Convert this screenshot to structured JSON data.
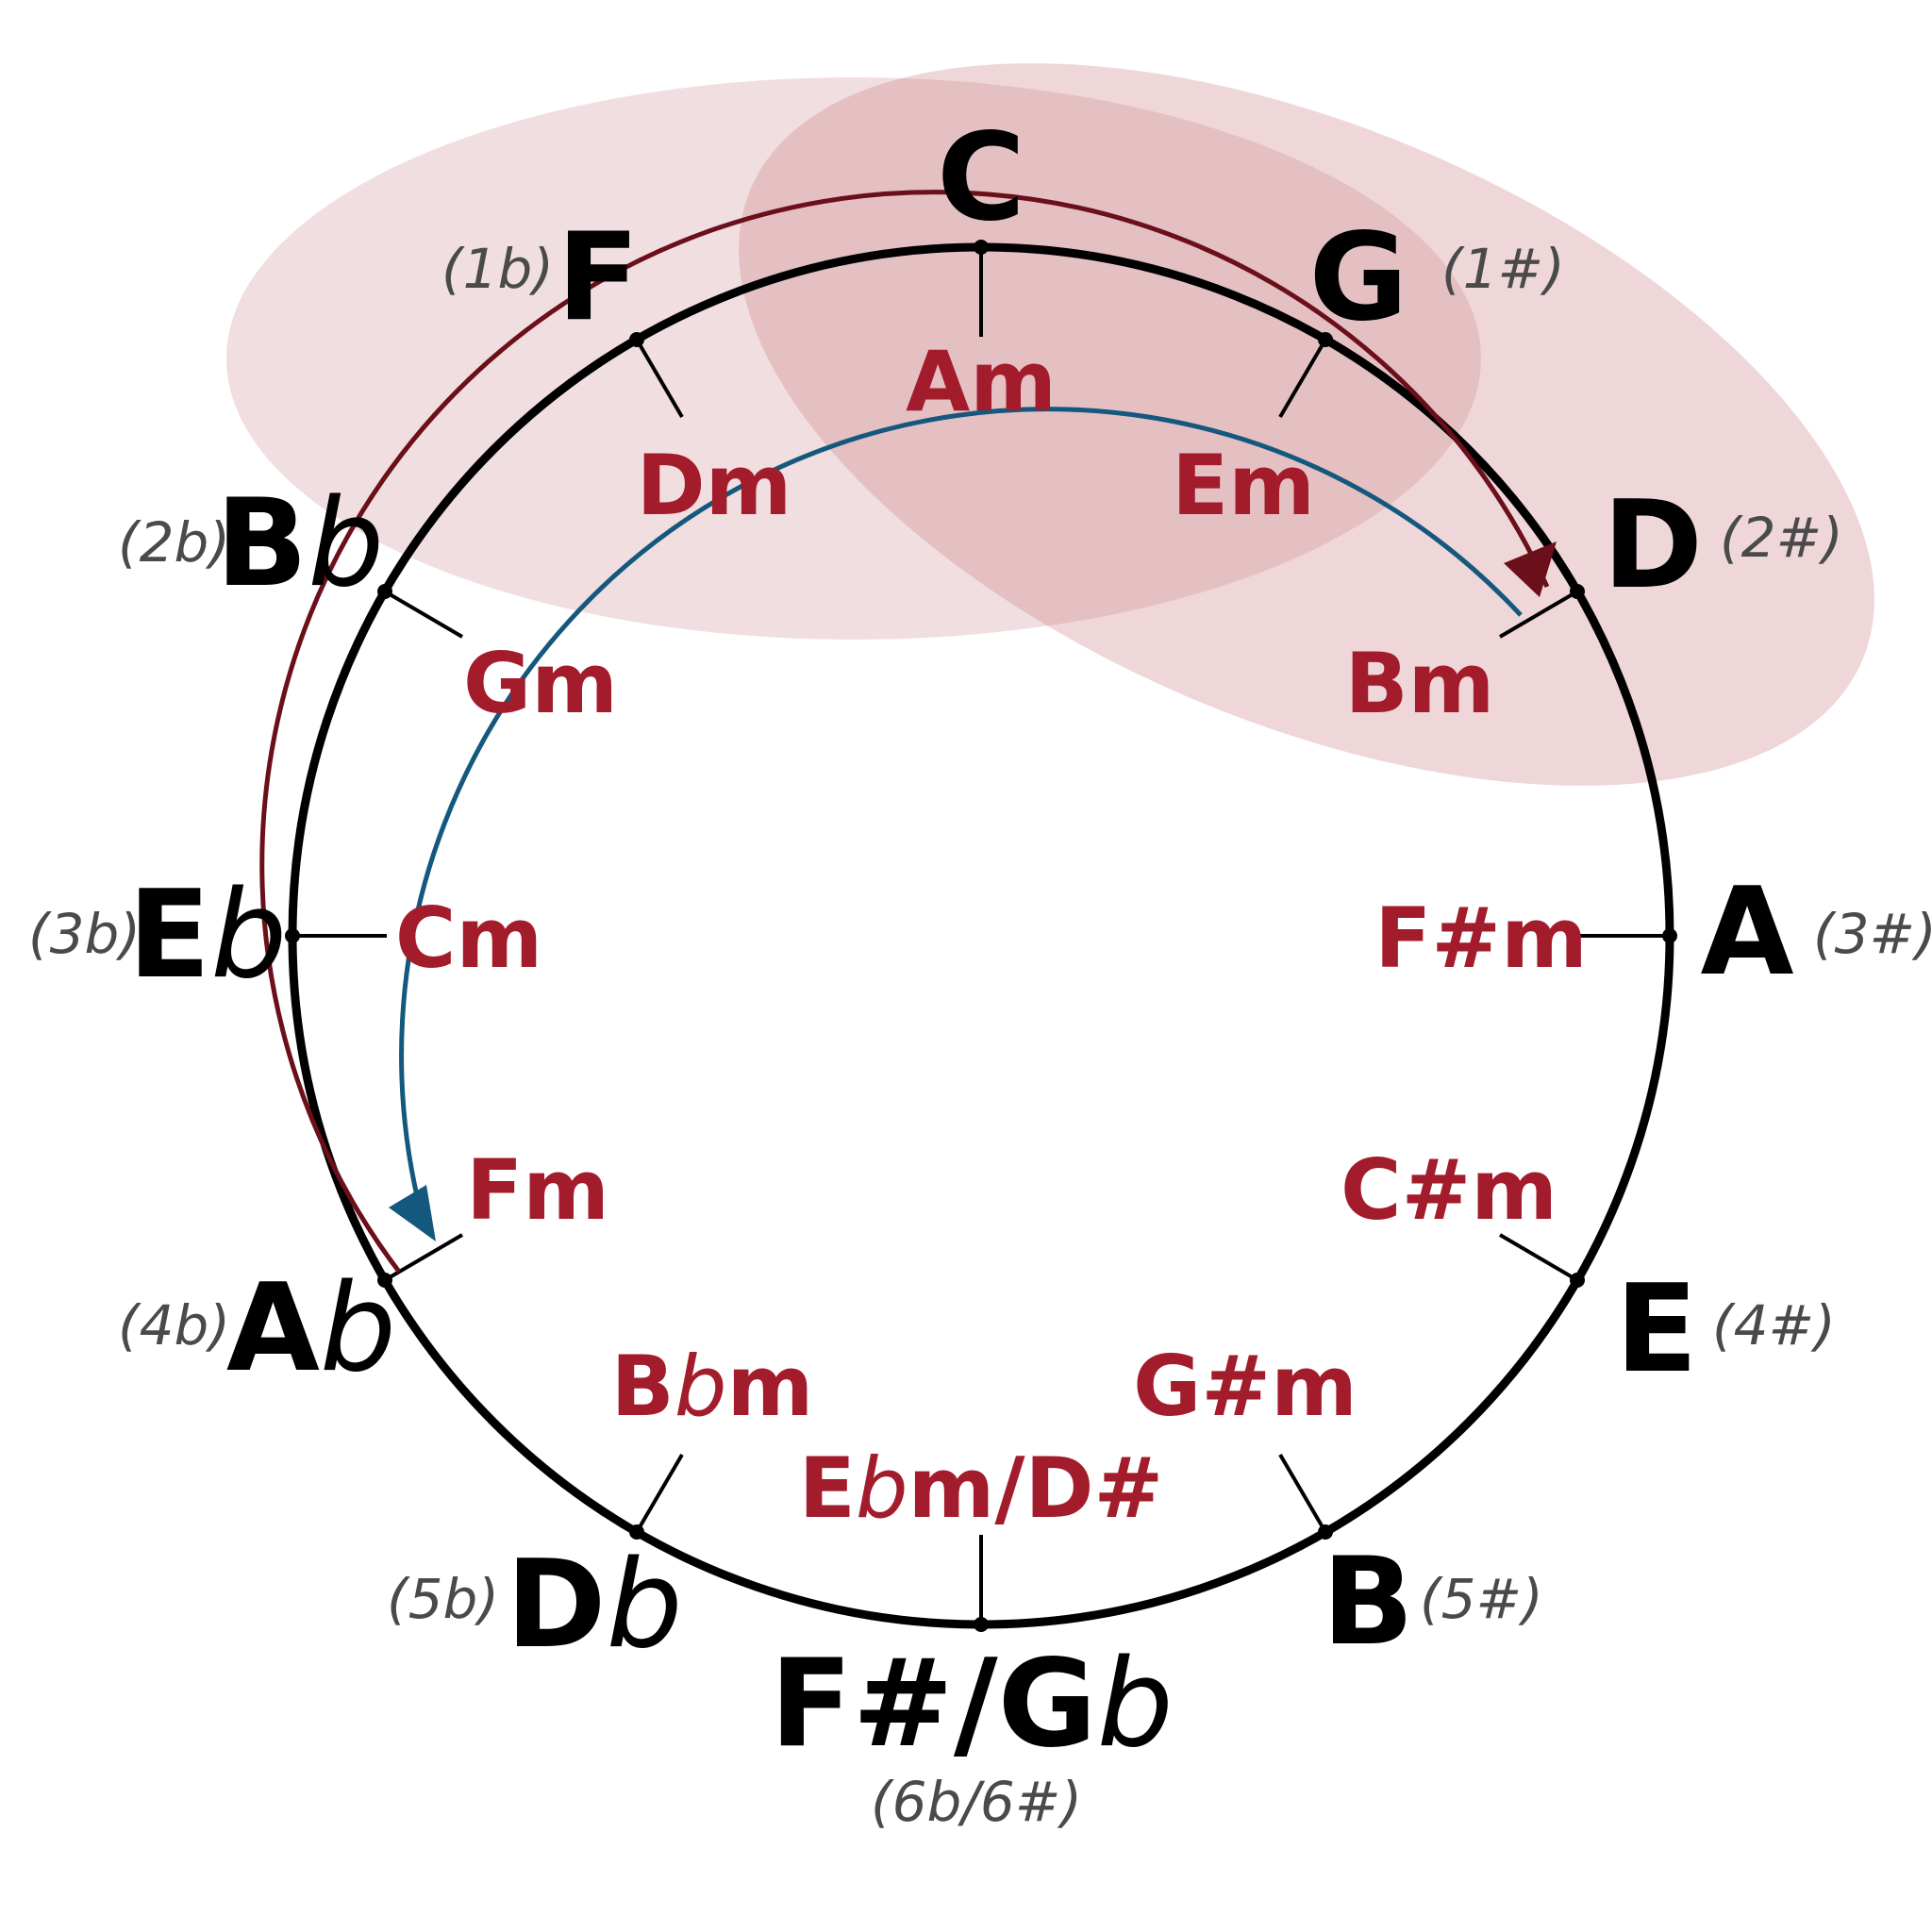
{
  "colors": {
    "ring": "#000000",
    "major_text": "#000000",
    "minor_text": "#a31c2c",
    "signature_text": "#4a4a4a",
    "highlight": "#c97a82",
    "arrow_red": "#6b0f1a",
    "arrow_blue": "#14587d"
  },
  "major_keys": [
    {
      "id": "c",
      "label": "C",
      "sig": ""
    },
    {
      "id": "g",
      "label": "G",
      "sig": "(1#)"
    },
    {
      "id": "d",
      "label": "D",
      "sig": "(2#)"
    },
    {
      "id": "a",
      "label": "A",
      "sig": "(3#)"
    },
    {
      "id": "e",
      "label": "E",
      "sig": "(4#)"
    },
    {
      "id": "b",
      "label": "B",
      "sig": "(5#)"
    },
    {
      "id": "fsharp-gflat",
      "label_main": "F#/G",
      "label_acc": "b",
      "sig": "(6b/6#)"
    },
    {
      "id": "dflat",
      "label_main": "D",
      "label_acc": "b",
      "sig": "(5b)"
    },
    {
      "id": "aflat",
      "label_main": "A",
      "label_acc": "b",
      "sig": "(4b)"
    },
    {
      "id": "eflat",
      "label_main": "E",
      "label_acc": "b",
      "sig": "(3b)"
    },
    {
      "id": "bflat",
      "label_main": "B",
      "label_acc": "b",
      "sig": "(2b)"
    },
    {
      "id": "f",
      "label": "F",
      "sig": "(1b)"
    }
  ],
  "minor_keys": [
    {
      "id": "am",
      "label": "Am"
    },
    {
      "id": "em",
      "label": "Em"
    },
    {
      "id": "bm",
      "label": "Bm"
    },
    {
      "id": "fsharpm",
      "label": "F#m"
    },
    {
      "id": "csharpm",
      "label": "C#m"
    },
    {
      "id": "gsharpm",
      "label": "G#m"
    },
    {
      "id": "ebm-dsharp",
      "label_pre": "E",
      "label_acc": "b",
      "label_post": "m/D#"
    },
    {
      "id": "bbm",
      "label_pre": "B",
      "label_acc": "b",
      "label_post": "m"
    },
    {
      "id": "fm",
      "label": "Fm"
    },
    {
      "id": "cm",
      "label": "Cm"
    },
    {
      "id": "gm",
      "label": "Gm"
    },
    {
      "id": "dm",
      "label": "Dm"
    }
  ]
}
